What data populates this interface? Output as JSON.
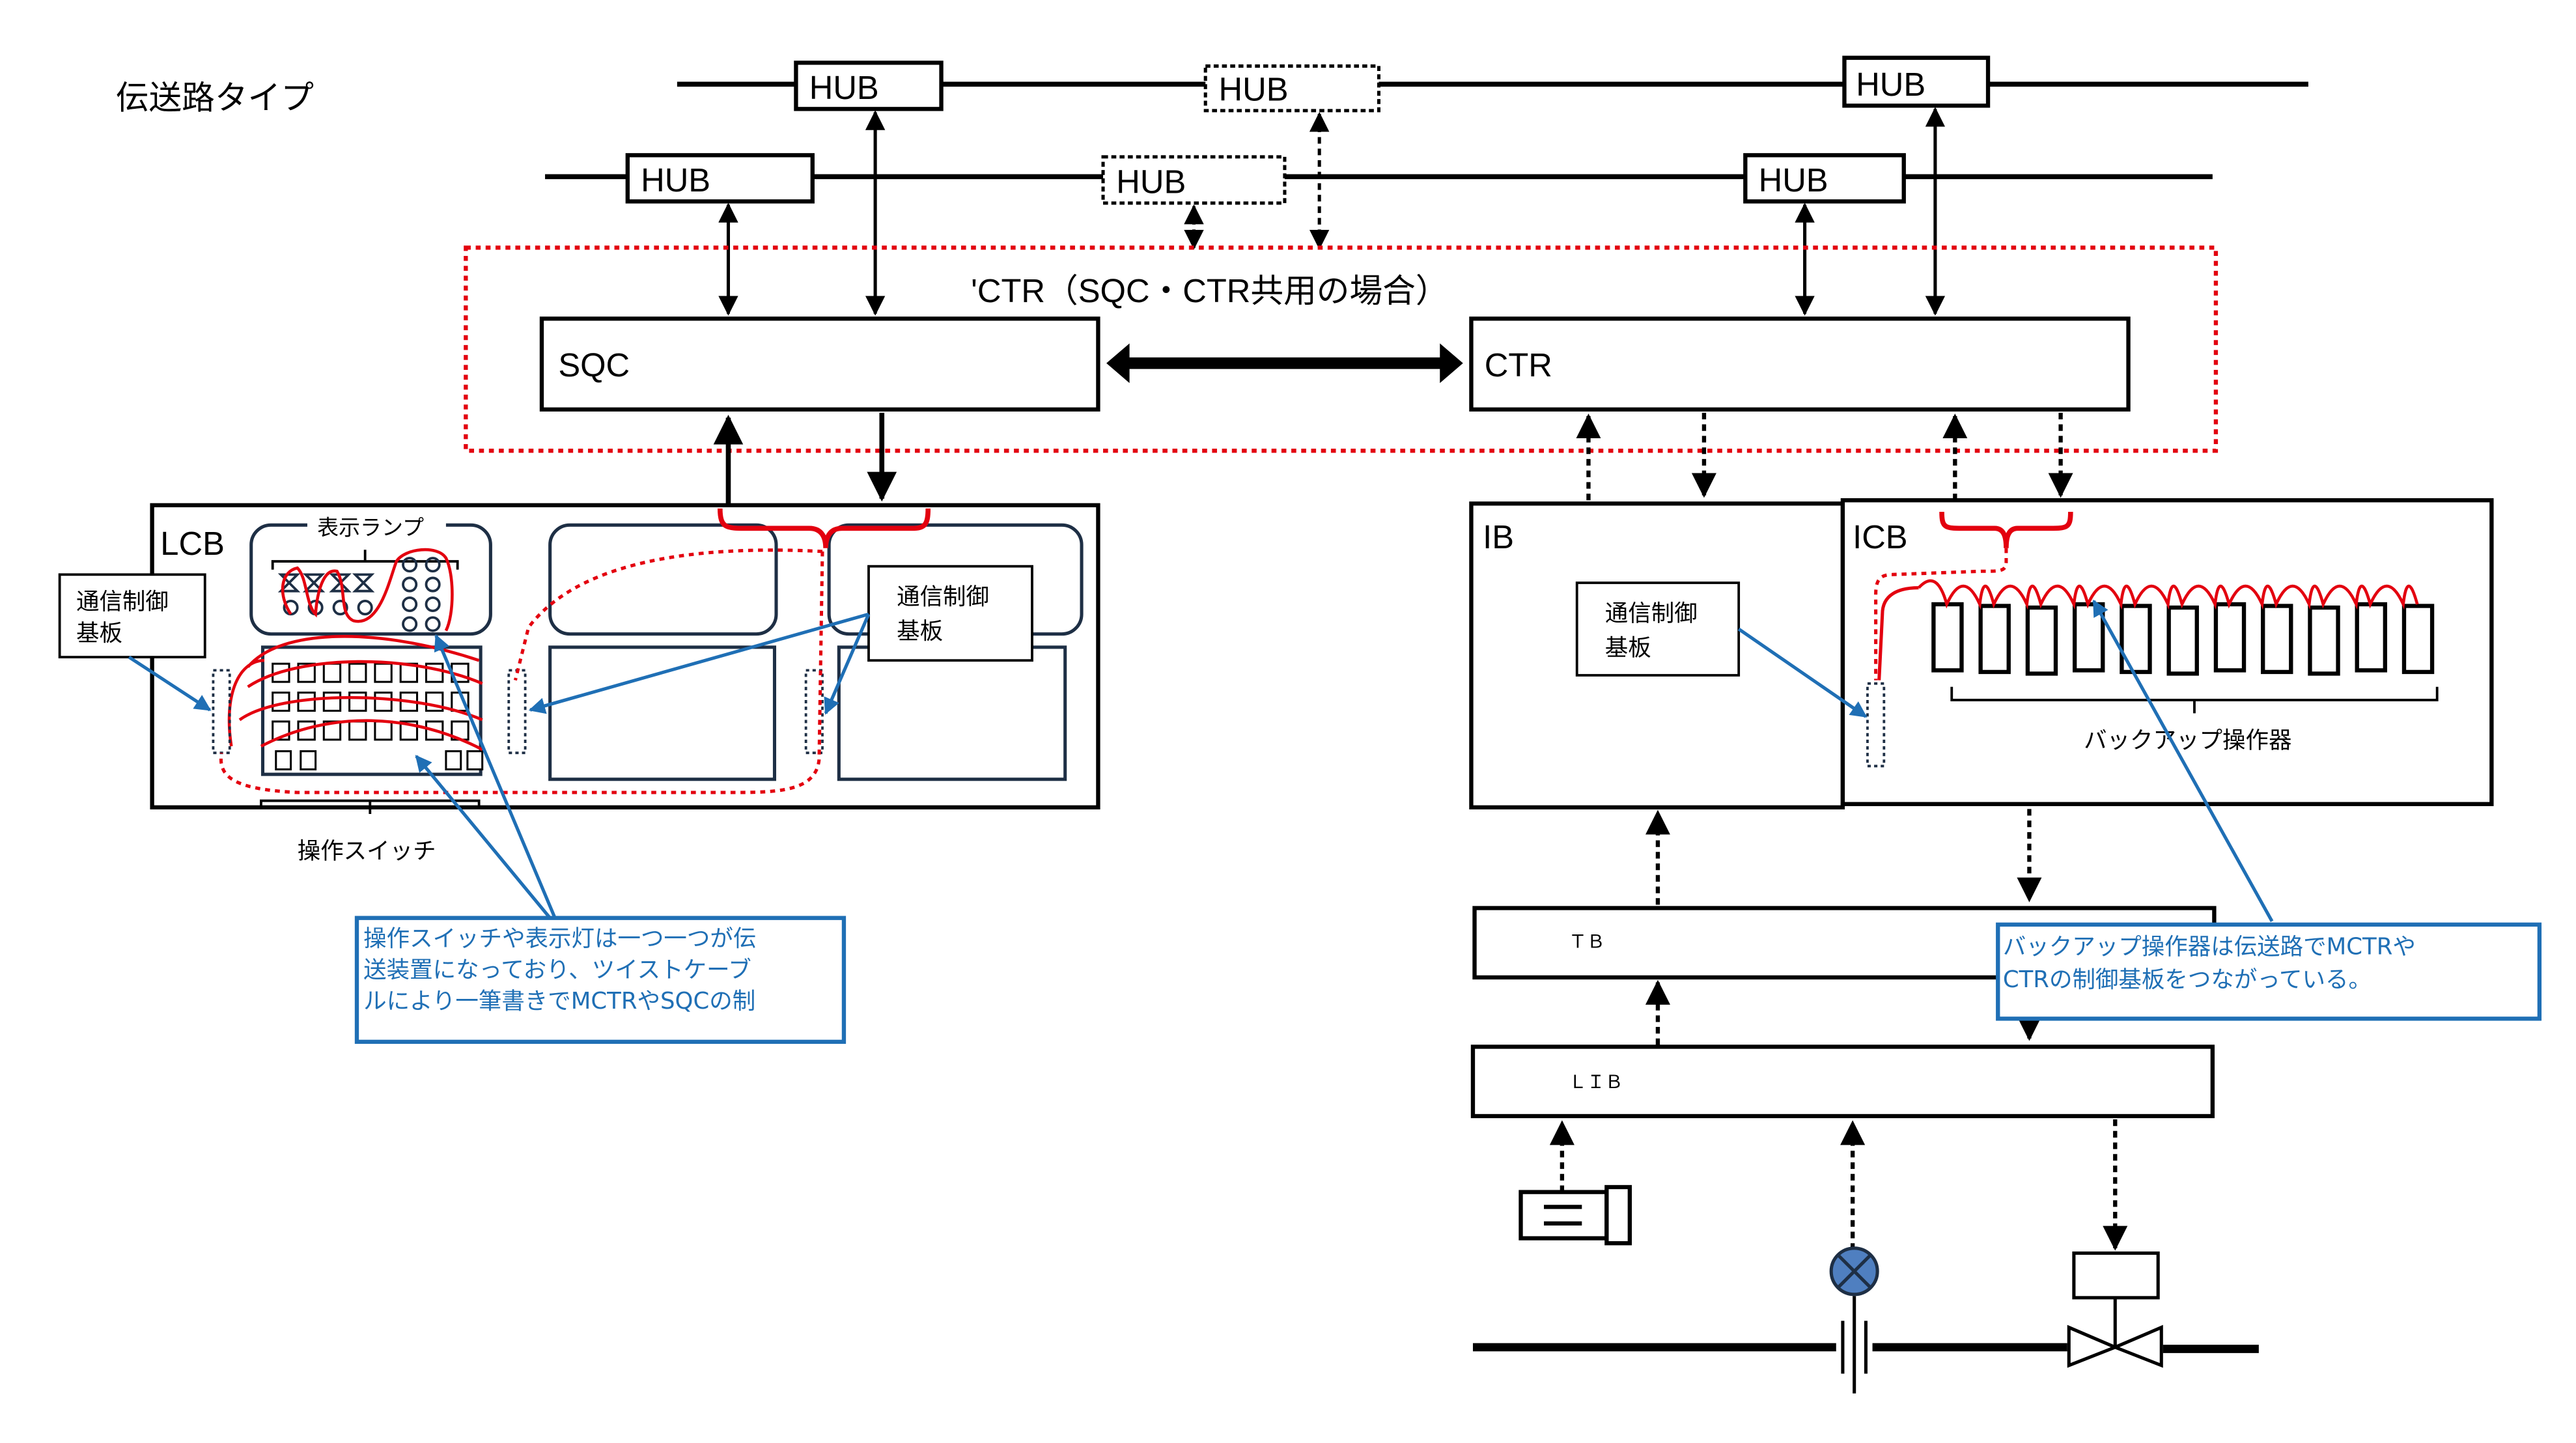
{
  "title": "伝送路タイプ",
  "colors": {
    "line": "#000000",
    "red_wire": "#e3000f",
    "callout_blue": "#1f6fb5",
    "panel_navy": "#1e2f45",
    "sensor_fill": "#4f7fc0"
  },
  "network": {
    "hubs": [
      {
        "id": "hub-upper-left",
        "label": "HUB",
        "style": "solid"
      },
      {
        "id": "hub-upper-mid",
        "label": "HUB",
        "style": "dashed"
      },
      {
        "id": "hub-upper-right",
        "label": "HUB",
        "style": "solid"
      },
      {
        "id": "hub-lower-left",
        "label": "HUB",
        "style": "solid"
      },
      {
        "id": "hub-lower-mid",
        "label": "HUB",
        "style": "dashed"
      },
      {
        "id": "hub-lower-right",
        "label": "HUB",
        "style": "solid"
      }
    ]
  },
  "controllers": {
    "group_label": "'CTR（SQC・CTR共用の場合）",
    "sqc": "SQC",
    "ctr": "CTR"
  },
  "lcb": {
    "label": "LCB",
    "lamps_label": "表示ランプ",
    "switches_label": "操作スイッチ",
    "comm_board_left": [
      "通信制御",
      "基板"
    ],
    "comm_board_right": [
      "通信制御",
      "基板"
    ]
  },
  "ib": {
    "label": "IB",
    "comm_board": [
      "通信制御",
      "基板"
    ]
  },
  "icb": {
    "label": "ICB",
    "backup_label": "バックアップ操作器",
    "backup_count": 11
  },
  "tb": {
    "label": "ＴＢ"
  },
  "lib": {
    "label": "ＬＩＢ"
  },
  "callouts": {
    "left": [
      "操作スイッチや表示灯は一つ一つが伝",
      "送装置になっており、ツイストケーブ",
      "ルにより一筆書きでMCTRやSQCの制"
    ],
    "right": [
      "バックアップ操作器は伝送路でMCTRや",
      "CTRの制御基板をつながっている。"
    ]
  }
}
